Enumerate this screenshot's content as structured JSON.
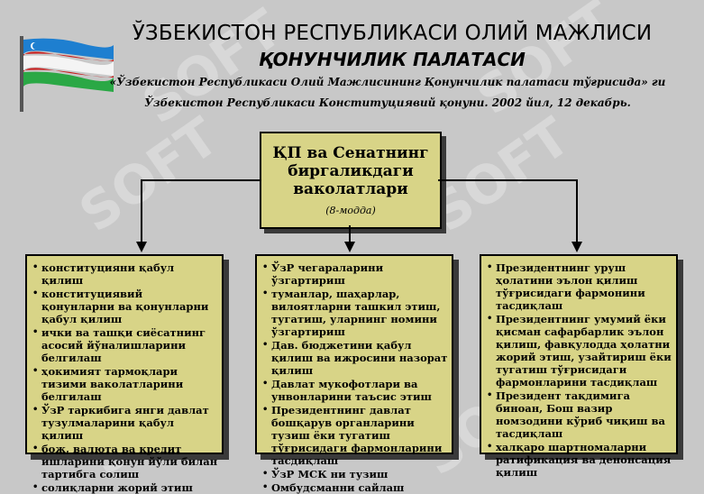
{
  "header": {
    "title_line1": "ЎЗБЕКИСТОН РЕСПУБЛИКАСИ ОЛИЙ МАЖЛИСИ",
    "title_line2": "ҚОНУНЧИЛИК ПАЛАТАСИ",
    "subtitle_line1": "«Ўзбекистон Республикаси Олий Мажлисининг Қонунчилик палатаси тўғрисида» ги",
    "subtitle_line2": "Ўзбекистон Республикаси Конституциявий қонуни. 2002 йил, 12 декабрь."
  },
  "center_box": {
    "title": "ҚП ва Сенатнинг биргаликдаги ваколатлари",
    "note": "(8-модда)"
  },
  "watermark": "SOFT",
  "flag_colors": {
    "blue": "#1e7fd0",
    "white": "#ffffff",
    "green": "#2aa845",
    "red": "#c81e1e"
  },
  "columns": [
    {
      "items": [
        "конституцияни қабул қилиш",
        "конституциявий қонунларни ва қонунларни қабул қилиш",
        "ички ва ташқи сиёсатнинг асосий йўналишларини белгилаш",
        "ҳокимият тармоқлари тизими ваколатларини белгилаш",
        "ЎзР таркибига янги давлат тузулмаларини қабул қилиш",
        "бож, валюта ва кредит ишларини қонун йўли билан тартибга солиш",
        "солиқларни жорий этиш"
      ]
    },
    {
      "items": [
        "ЎзР чегараларини ўзгартириш",
        "туманлар, шаҳарлар, вилоятларни ташкил этиш, тугатиш, уларнинг номини ўзгартириш",
        "Дав. бюджетини қабул қилиш ва ижросини назорат қилиш",
        "Давлат мукофотлари ва унвонларини таъсис этиш",
        "Президентнинг давлат бошқарув органларини тузиш ёки тугатиш тўғрисидаги фармонларини тасдиқлаш",
        "ЎзР МСК ни тузиш",
        "Омбудсманни сайлаш"
      ]
    },
    {
      "items": [
        "Президентнинг уруш ҳолатини эълон қилиш тўғрисидаги фармонини тасдиқлаш",
        "Президентнинг умумий ёки қисман сафарбарлик эълон қилиш, фавқулодда ҳолатни жорий этиш, узайтириш ёки тугатиш тўғрисидаги фармонларини тасдиқлаш",
        "Президент тақдимига биноан, Бош вазир номзодини кўриб чиқиш ва тасдиқлаш",
        "халқаро шартномаларни ратификация ва денонсация қилиш"
      ]
    }
  ]
}
